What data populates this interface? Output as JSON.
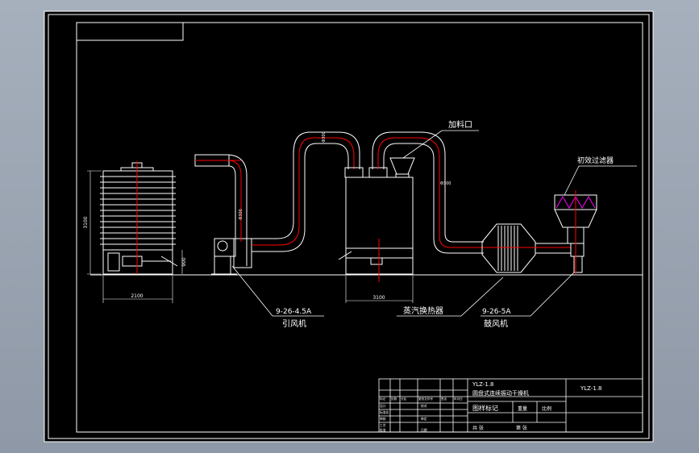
{
  "labels": {
    "feed_inlet": "加料口",
    "primary_filter": "初效过滤器",
    "steam_heat_exchanger": "蒸汽换热器",
    "induced_fan_model": "9-26-4.5A",
    "induced_fan_name": "引风机",
    "blower_model": "9-26-5A",
    "blower_name": "鼓风机"
  },
  "dimensions": {
    "dryer_width": "2100",
    "dryer_height": "3100",
    "dryer_base_height": "900",
    "exchanger_width": "3100",
    "duct_dia_1": "Φ300",
    "duct_dia_2": "Φ300",
    "duct_dia_3": "Φ300"
  },
  "title_block": {
    "drawing_no": "YLZ-1.8",
    "drawing_no_right": "YLZ-1.8",
    "drawing_name": "圆盘式连续振动干燥机",
    "stage_mark_label": "图样标记",
    "weight_label": "重量",
    "scale_label": "比例",
    "sheets_total_label": "共 张",
    "sheet_no_label": "第 张",
    "rev_labels": [
      "标记",
      "处数",
      "分区",
      "更改文件号",
      "签名",
      "年月日"
    ],
    "row_labels": [
      "设计",
      "标准化",
      "审核",
      "工艺",
      "批准"
    ],
    "role_labels": [
      "校对",
      "审定",
      "日期"
    ]
  },
  "colors": {
    "background": "#000000",
    "lines": "#ffffff",
    "centerline": "#ff0000",
    "filter_zigzag": "#ff00ff"
  }
}
